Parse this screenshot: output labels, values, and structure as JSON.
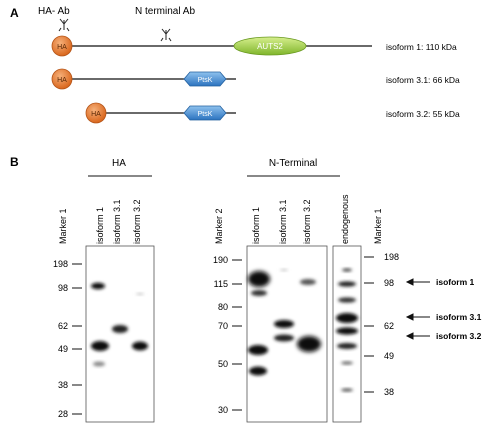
{
  "panel_a": {
    "label": "A",
    "ha_ab": "HA- Ab",
    "nterm_ab": "N terminal Ab",
    "ha_tag": "HA",
    "auts2": "AUTS2",
    "ptsk": "PtsK",
    "isoforms": [
      {
        "name": "isoform 1",
        "size": "110 kDa"
      },
      {
        "name": "isoform 3.1",
        "size": "66 kDa"
      },
      {
        "name": "isoform 3.2",
        "size": "55 kDa"
      }
    ]
  },
  "panel_b": {
    "label": "B",
    "ha_header": "HA",
    "nterm_header": "N-Terminal",
    "left_lanes": [
      "Marker 1",
      "isoform 1",
      "isoform 3.1",
      "isoform 3.2"
    ],
    "mid_lanes": [
      "Marker 2",
      "isoform 1",
      "isoform 3.1",
      "isoform 3.2",
      "endogenous",
      "Marker 1"
    ],
    "left_markers": [
      "198",
      "98",
      "62",
      "49",
      "38",
      "28"
    ],
    "mid_markers": [
      "190",
      "115",
      "80",
      "70",
      "50",
      "30"
    ],
    "right_markers": [
      "198",
      "98",
      "62",
      "49",
      "38"
    ],
    "arrows": [
      "isoform 1",
      "isoform 3.1",
      "isoform 3.2"
    ]
  }
}
